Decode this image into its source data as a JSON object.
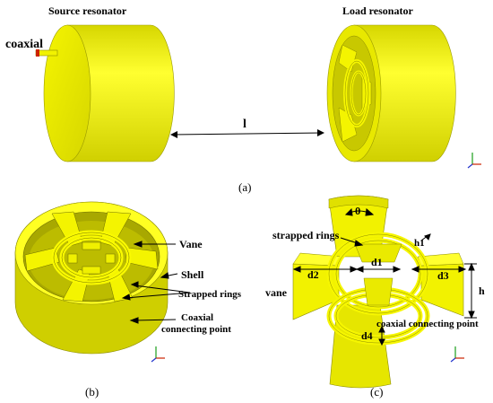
{
  "panel_a": {
    "source_title": "Source resonator",
    "load_title": "Load resonator",
    "coaxial_label": "coaxial",
    "distance_label": "l",
    "caption": "(a)"
  },
  "panel_b": {
    "vane_label": "Vane",
    "shell_label": "Shell",
    "rings_label": "Strapped rings",
    "coax_label_line1": "Coaxial",
    "coax_label_line2": "connecting point",
    "caption": "(b)"
  },
  "panel_c": {
    "theta_label": "θ",
    "rings_label": "strapped rings",
    "h1_label": "h1",
    "d1_label": "d1",
    "d2_label": "d2",
    "d3_label": "d3",
    "d4_label": "d4",
    "h_label": "h",
    "vane_label": "vane",
    "coax_label": "coaxial connecting point",
    "caption": "(c)"
  },
  "colors": {
    "model_fill": "#f2f200",
    "model_shade": "#c9c900",
    "model_dark": "#8a8a00",
    "coax_pin": "#cc2200"
  }
}
